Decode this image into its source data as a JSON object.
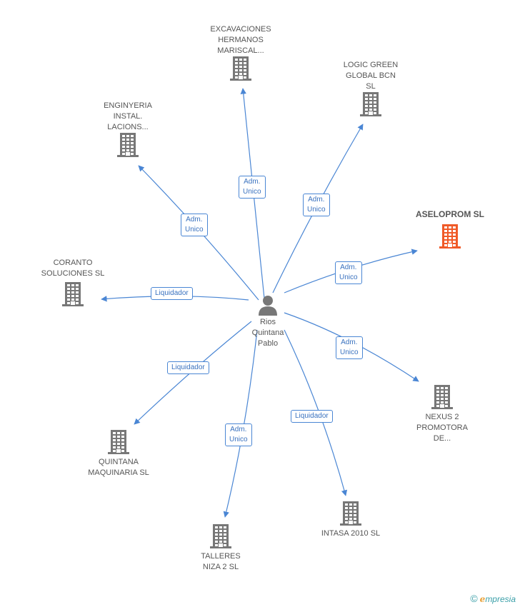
{
  "colors": {
    "edge": "#4a86d4",
    "building": "#777777",
    "highlight": "#f05a28",
    "label": "#555555"
  },
  "center": {
    "name": "Rios\nQuintana\nPablo",
    "icon": "person-icon"
  },
  "nodes": [
    {
      "id": "excavaciones",
      "label": "EXCAVACIONES\nHERMANOS\nMARISCAL...",
      "role": "Adm.\nUnico",
      "highlight": false
    },
    {
      "id": "logic",
      "label": "LOGIC GREEN\nGLOBAL BCN\nSL",
      "role": "Adm.\nUnico",
      "highlight": false
    },
    {
      "id": "enginyeria",
      "label": "ENGINYERIA\nINSTAL.\nLACIONS...",
      "role": "Adm.\nUnico",
      "highlight": false
    },
    {
      "id": "aseloprom",
      "label": "ASELOPROM SL",
      "role": "Adm.\nUnico",
      "highlight": true
    },
    {
      "id": "coranto",
      "label": "CORANTO\nSOLUCIONES SL",
      "role": "Liquidador",
      "highlight": false
    },
    {
      "id": "nexus",
      "label": "NEXUS 2\nPROMOTORA\nDE...",
      "role": "Adm.\nUnico",
      "highlight": false
    },
    {
      "id": "quintana",
      "label": "QUINTANA\nMAQUINARIA SL",
      "role": "Liquidador",
      "highlight": false
    },
    {
      "id": "intasa",
      "label": "INTASA 2010 SL",
      "role": "Liquidador",
      "highlight": false
    },
    {
      "id": "talleres",
      "label": "TALLERES\nNIZA 2 SL",
      "role": "Adm.\nUnico",
      "highlight": false
    }
  ],
  "footer": {
    "copyright": "©",
    "brand_first": "e",
    "brand_rest": "mpresia"
  }
}
